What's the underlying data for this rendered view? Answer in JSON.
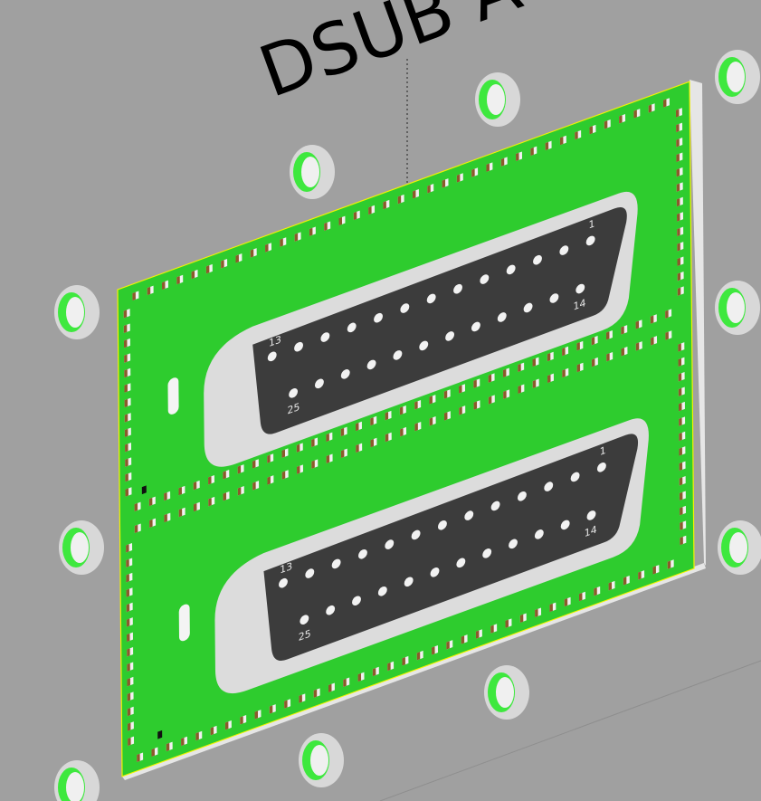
{
  "title": "DSUB A",
  "colors": {
    "background": "#a0a0a0",
    "board": "#2ecc2e",
    "board_edge": "#e6e6e6",
    "connector_shell": "#dcdcdc",
    "connector_face": "#3c3c3c",
    "pin": "#f2f2f2",
    "pad": "#8b5a2b"
  },
  "connectors": [
    {
      "pin_labels": {
        "first": "1",
        "row1_last": "13",
        "row2_first": "14",
        "last": "25"
      },
      "pins_row1": 13,
      "pins_row2": 12
    },
    {
      "pin_labels": {
        "first": "1",
        "row1_last": "13",
        "row2_first": "14",
        "last": "25"
      },
      "pins_row1": 13,
      "pins_row2": 12
    }
  ]
}
